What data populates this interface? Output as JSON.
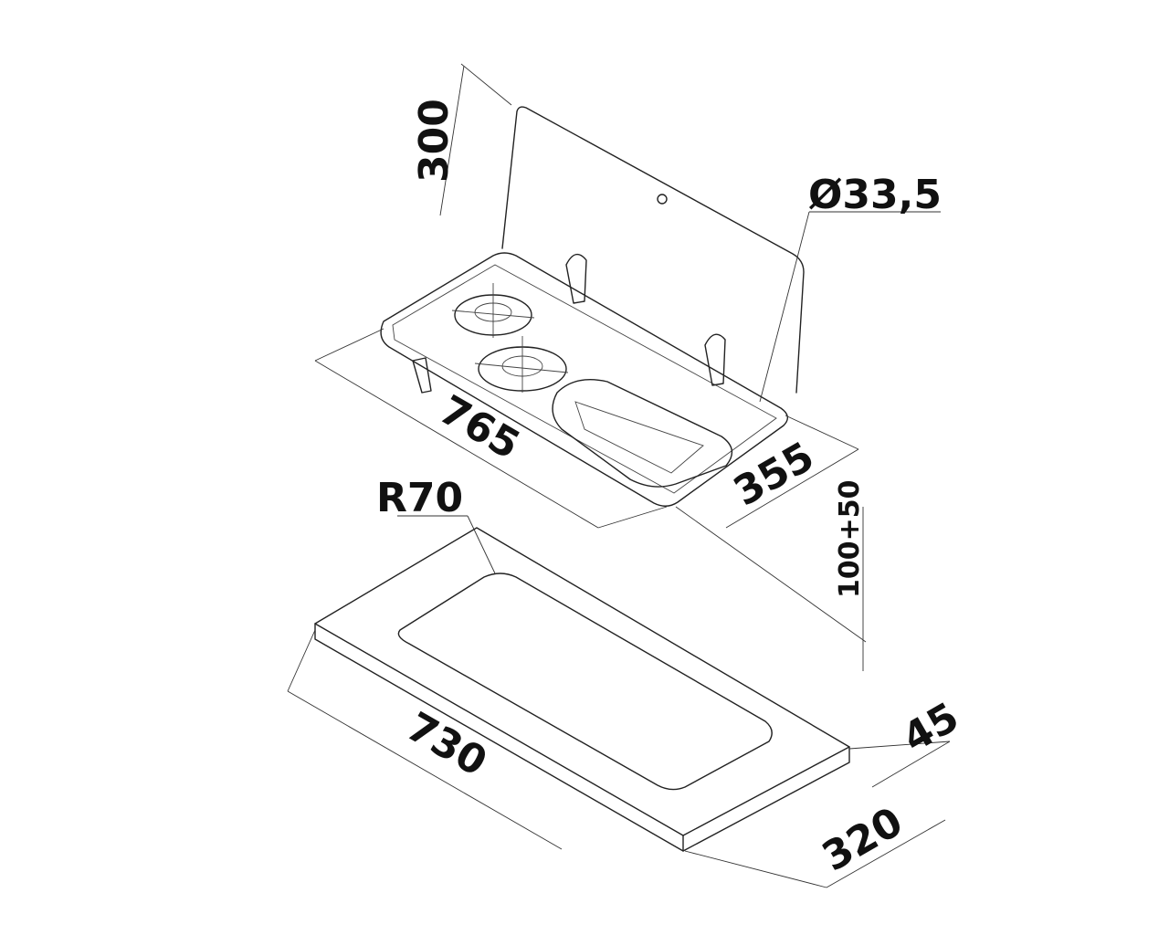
{
  "title": "Hob and sink combination with glass lid - installation dimensions",
  "dimensions": {
    "lid_height": "300",
    "hole_diameter": "Ø33,5",
    "length": "765",
    "depth": "355",
    "height_below": "100+50",
    "corner_radius": "R70",
    "cutout_length": "730",
    "cutout_edge": "45",
    "cutout_depth": "320"
  }
}
